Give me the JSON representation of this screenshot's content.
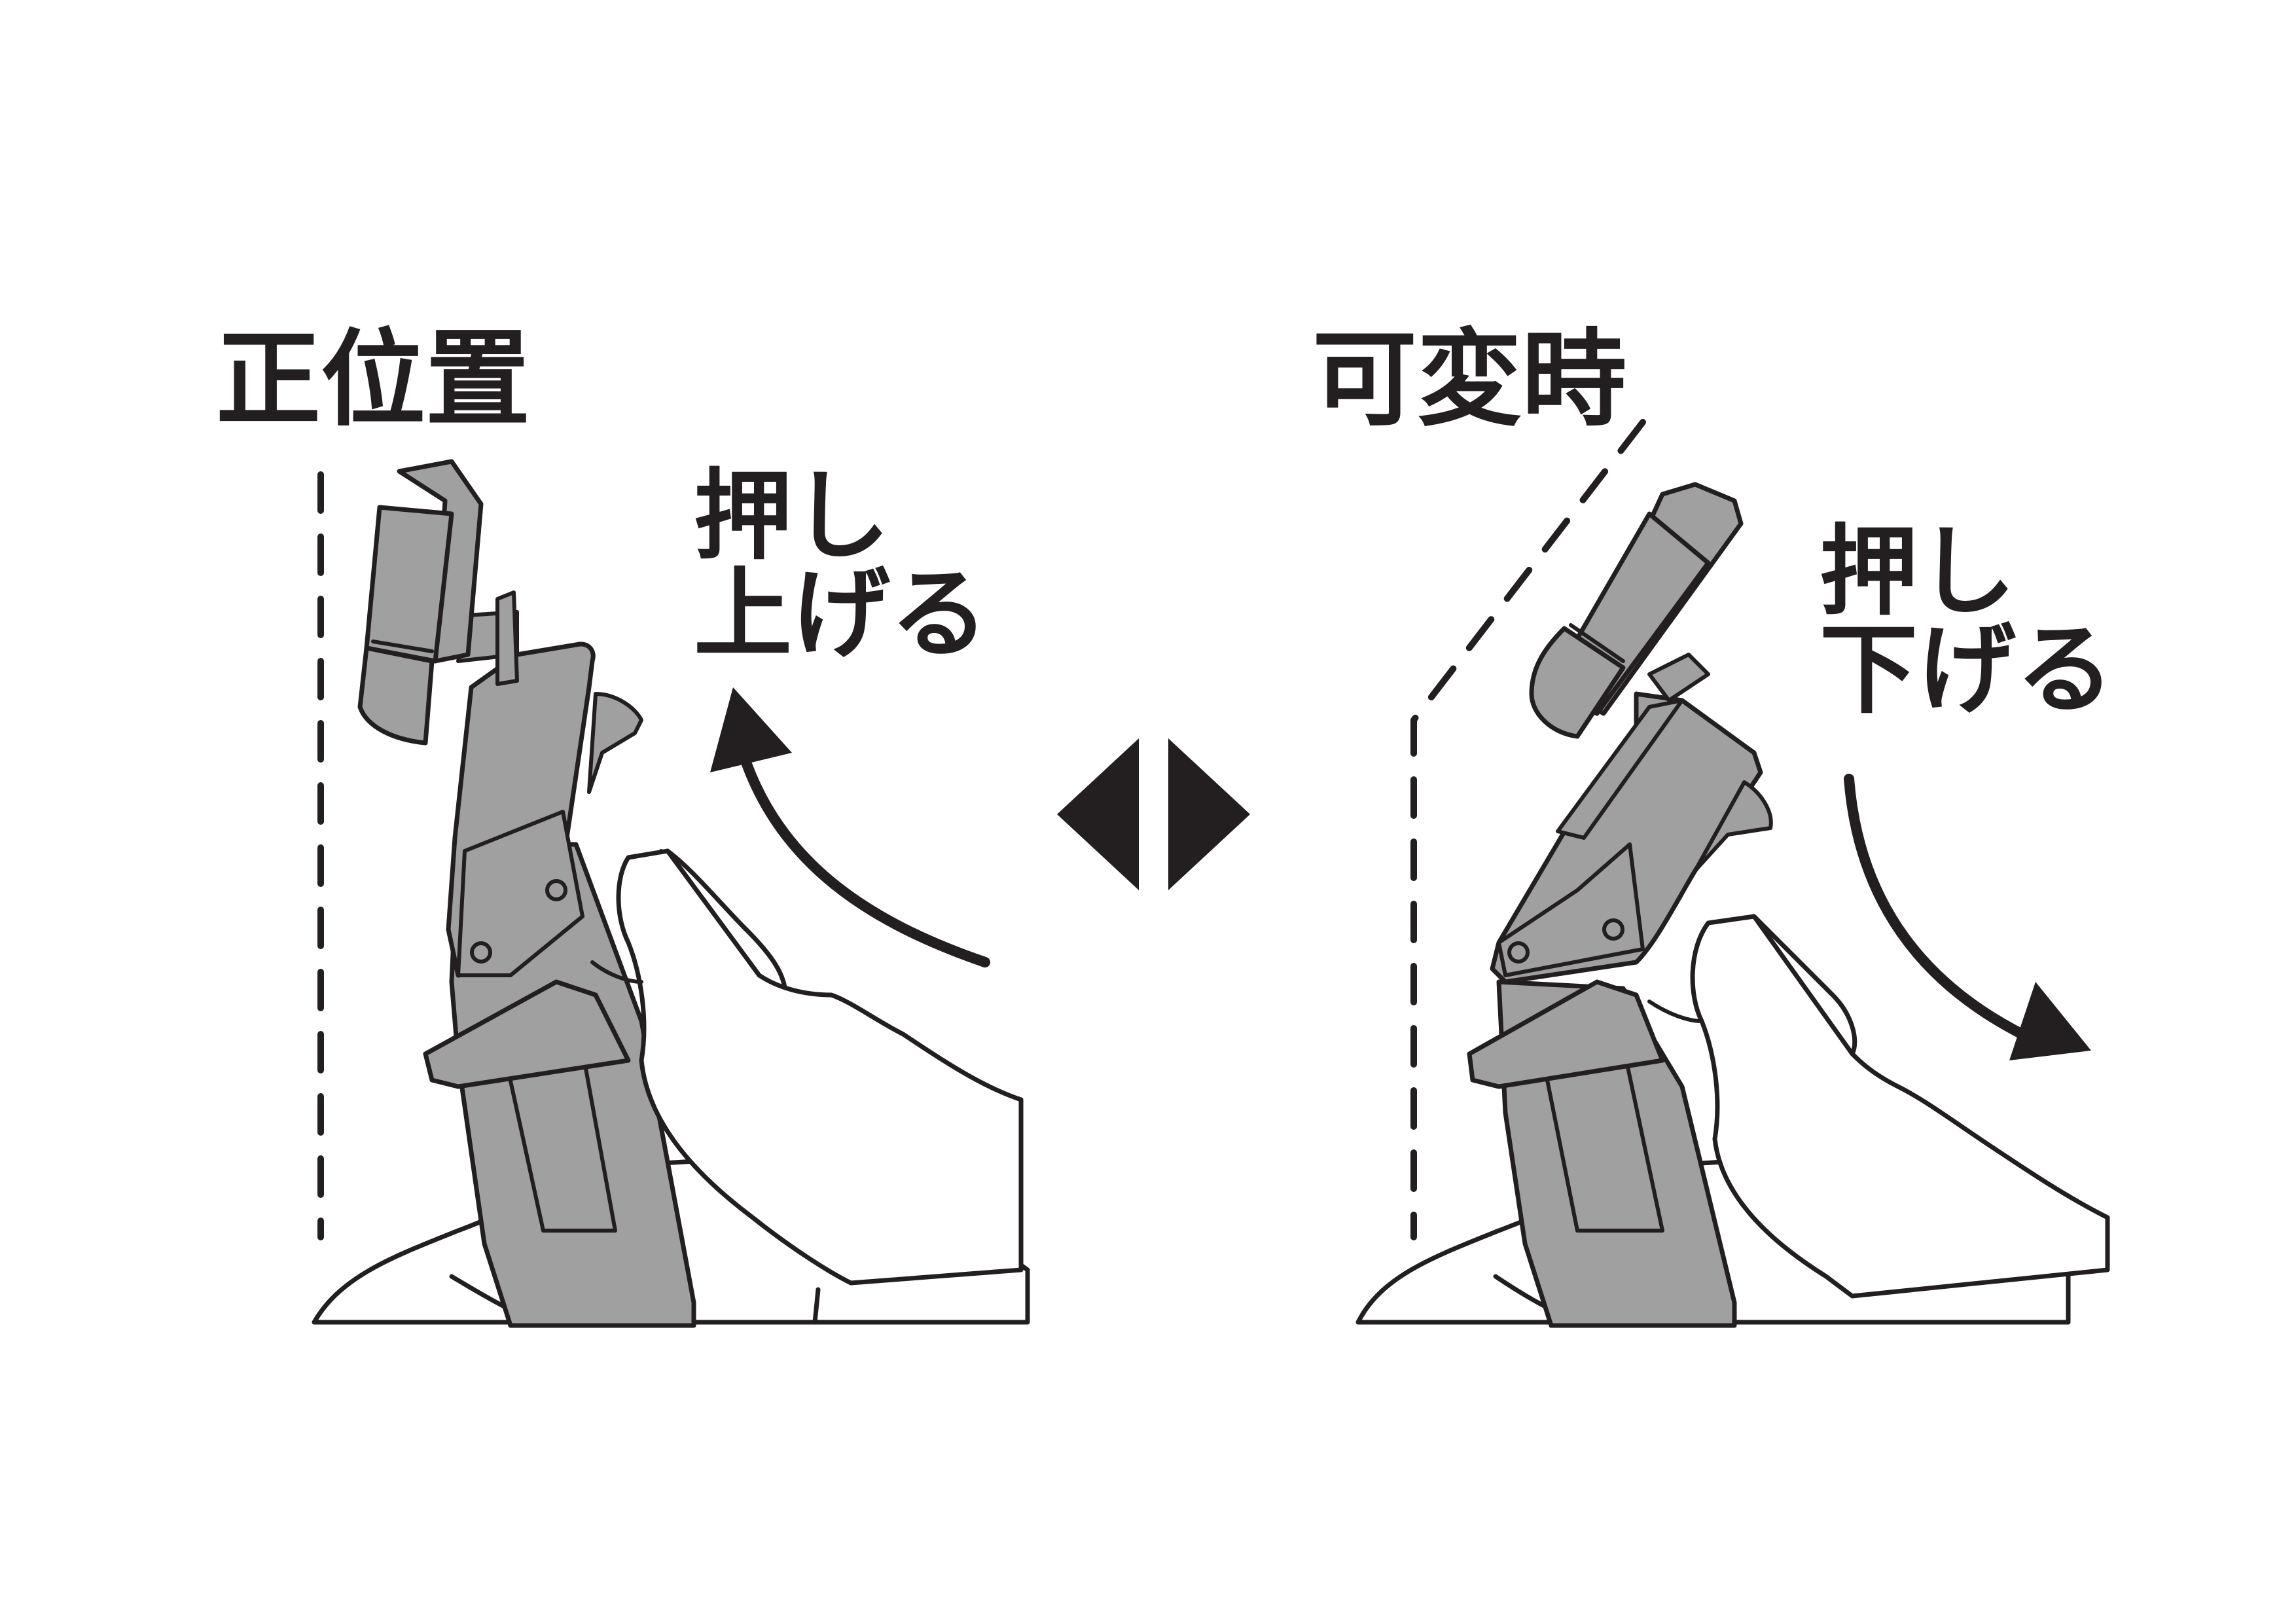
{
  "left_panel": {
    "title": "正位置",
    "instruction_line1": "押し",
    "instruction_line2": "上げる"
  },
  "right_panel": {
    "title": "可変時",
    "instruction_line1": "押し",
    "instruction_line2": "下げる"
  },
  "colors": {
    "ink": "#231f20",
    "part_fill": "#a0a0a0",
    "background": "#ffffff"
  },
  "icons": {
    "left_arrow": "curved-arrow-up",
    "right_arrow": "curved-arrow-down",
    "switch_symbol": "double-triangle-swap"
  }
}
